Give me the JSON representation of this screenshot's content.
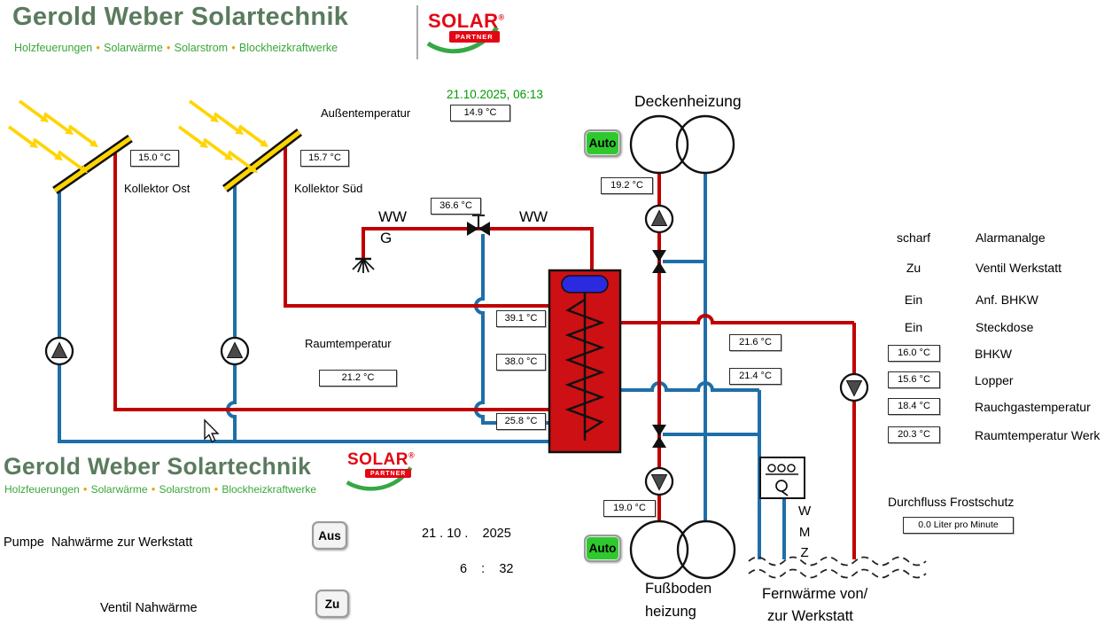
{
  "header": {
    "brand": "Gerold Weber Solartechnik",
    "tagline_words": [
      "Holzfeuerungen",
      "Solarwärme",
      "Solarstrom",
      "Blockheizkraftwerke"
    ],
    "tagline_sep": "●",
    "solar_word": "SOLAR",
    "solar_partner": "PARTNER",
    "solar_reg": "®",
    "datetime": "21.10.2025,  06:13"
  },
  "outdoor": {
    "label": "Außentemperatur",
    "value": "14.9 °C"
  },
  "collectors": {
    "ost": {
      "label": "Kollektor Ost",
      "temp": "15.0 °C"
    },
    "sued": {
      "label": "Kollektor Süd",
      "temp": "15.7 °C"
    }
  },
  "ww": {
    "label_left": "WW",
    "label_g": "G",
    "label_right": "WW",
    "temp": "36.6 °C"
  },
  "room": {
    "label": "Raumtemperatur",
    "temp": "21.2 °C"
  },
  "tank": {
    "temp_top": "39.1 °C",
    "temp_middle": "38.0 °C",
    "temp_bottom": "25.8 °C"
  },
  "decken": {
    "label": "Deckenheizung",
    "mode": "Auto",
    "temp": "19.2 °C"
  },
  "fussboden": {
    "label_line1": "Fußboden",
    "label_line2": "heizung",
    "mode": "Auto",
    "temp": "19.0 °C"
  },
  "loop": {
    "temp_supply": "21.6 °C",
    "temp_return": "21.4 °C"
  },
  "status_rows": [
    {
      "state": "scharf",
      "label": "Alarmanalge"
    },
    {
      "state": "Zu",
      "label": "Ventil Werkstatt"
    },
    {
      "state": "Ein",
      "label": "Anf. BHKW"
    },
    {
      "state": "Ein",
      "label": "Steckdose"
    }
  ],
  "temp_rows": [
    {
      "value": "16.0 °C",
      "label": "BHKW"
    },
    {
      "value": "15.6 °C",
      "label": "Lopper"
    },
    {
      "value": "18.4 °C",
      "label": "Rauchgastemperatur"
    },
    {
      "value": "20.3 °C",
      "label": "Raumtemperatur Werk"
    }
  ],
  "fernwaerme": {
    "line1": "Fernwärme von/",
    "line2": "zur Werkstatt",
    "wmz": [
      "W",
      "M",
      "Z"
    ]
  },
  "frostschutz": {
    "label": "Durchfluss Frostschutz",
    "value": "0.0 Liter pro Minute"
  },
  "footer": {
    "brand": "Gerold Weber Solartechnik",
    "tagline_words": [
      "Holzfeuerungen",
      "Solarwärme",
      "Solarstrom",
      "Blockheizkraftwerke"
    ],
    "tagline_sep": "●",
    "solar_word": "SOLAR",
    "solar_partner": "PARTNER",
    "solar_reg": "®",
    "pump_label": "Pumpe  Nahwärme zur Werkstatt",
    "pump_state": "Aus",
    "valve_label": "Ventil Nahwärme",
    "valve_state": "Zu",
    "date": "21 . 10 .    2025",
    "time": "6    :    32"
  },
  "colors": {
    "pipe_hot": "#c00000",
    "pipe_cold": "#1e6fa8",
    "tank_red": "#cc1013",
    "auto_green": "#2fc92f",
    "brand_green": "#5a7b5e",
    "tagline_green": "#3aa63a",
    "bullet_orange": "#f0a000",
    "datetime_green": "#009a00",
    "sun_yellow": "#ffd400"
  }
}
